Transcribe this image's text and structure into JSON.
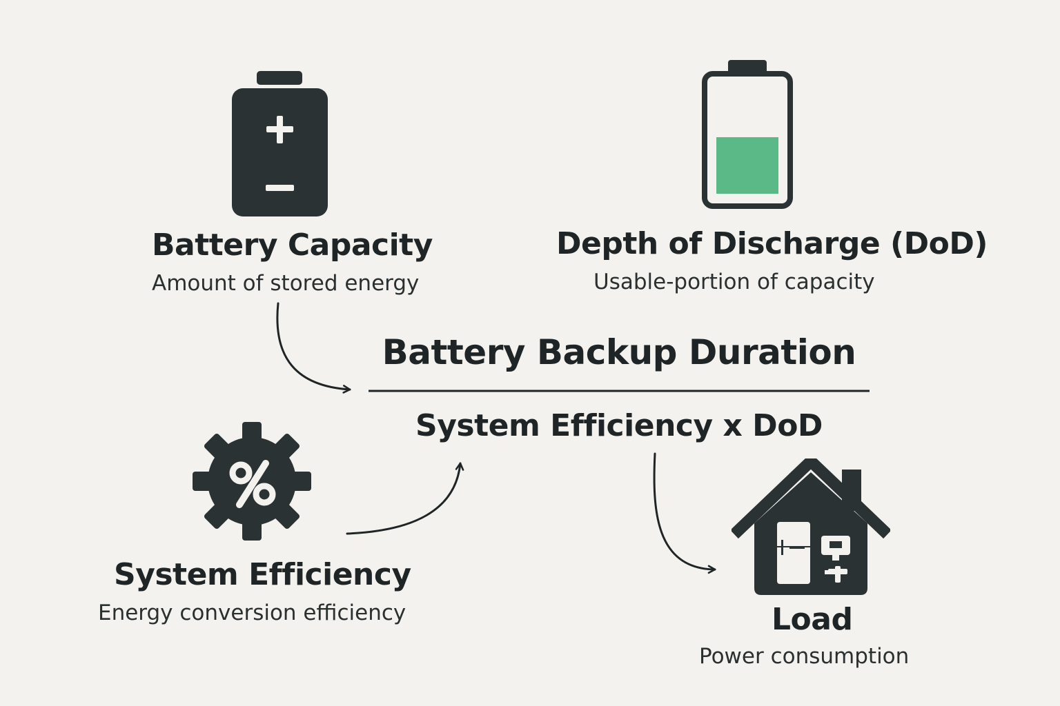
{
  "battery_capacity": {
    "title": "Battery Capacity",
    "subtitle": "Amount of stored energy",
    "icon": "battery-plus-minus-icon"
  },
  "depth_of_discharge": {
    "title": "Depth of Discharge (DoD)",
    "subtitle": "Usable-portion of capacity",
    "icon": "battery-level-icon",
    "fill_color": "#5ab987"
  },
  "formula": {
    "numerator": "Battery Backup Duration",
    "denominator": "System Efficiency x DoD"
  },
  "system_efficiency": {
    "title": "System Efficiency",
    "subtitle": "Energy conversion efficiency",
    "icon": "gear-percent-icon"
  },
  "load": {
    "title": "Load",
    "subtitle": "Power consumption",
    "icon": "house-appliances-icon"
  },
  "colors": {
    "icon": "#2b3233",
    "background": "#f3f2ee",
    "accent_green": "#5ab987"
  }
}
